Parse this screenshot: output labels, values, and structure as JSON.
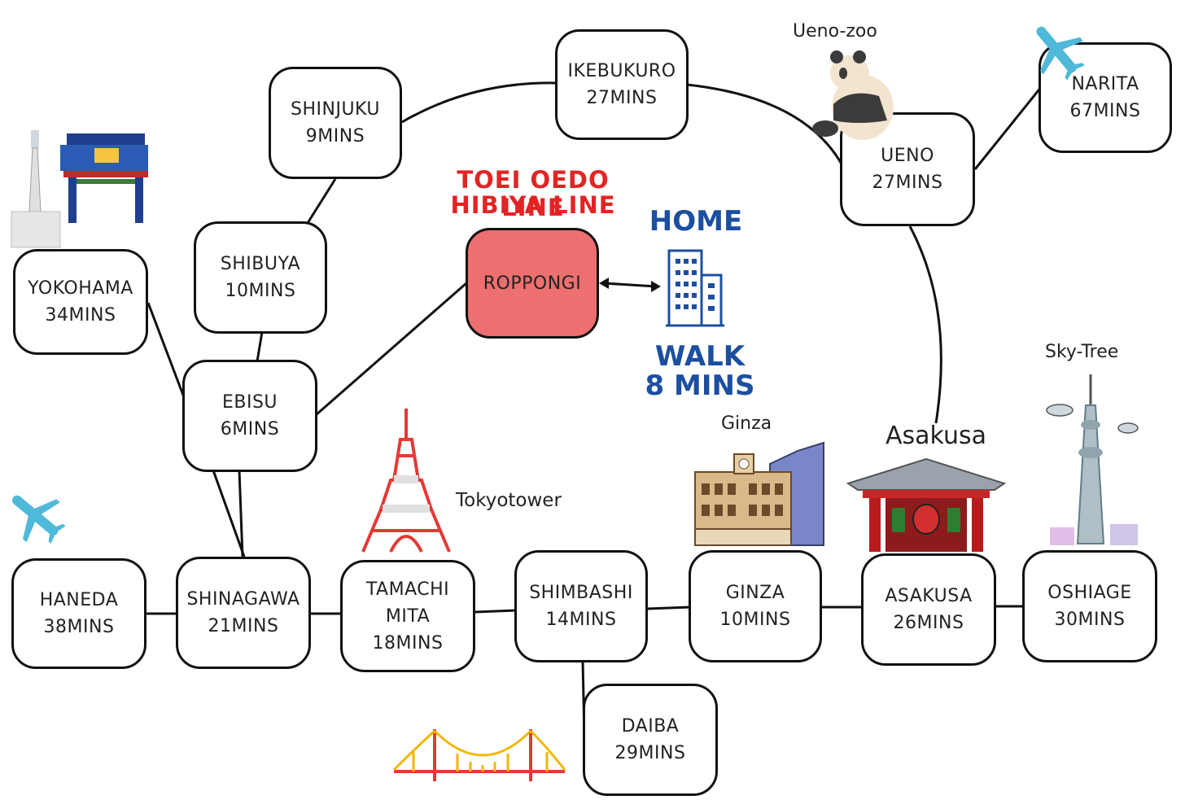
{
  "lines": {
    "primary": "TOEI OEDO LINE",
    "secondary": "HIBIYA LINE"
  },
  "home": {
    "label": "HOME",
    "walk": "WALK",
    "walk_time": "8 MINS"
  },
  "center_station": {
    "name": "ROPPONGI"
  },
  "stations": {
    "ikebukuro": {
      "name": "IKEBUKURO",
      "time": "27MINS"
    },
    "shinjuku": {
      "name": "SHINJUKU",
      "time": "9MINS"
    },
    "shibuya": {
      "name": "SHIBUYA",
      "time": "10MINS"
    },
    "ebisu": {
      "name": "EBISU",
      "time": "6MINS"
    },
    "yokohama": {
      "name": "YOKOHAMA",
      "time": "34MINS"
    },
    "ueno": {
      "name": "UENO",
      "time": "27MINS"
    },
    "narita": {
      "name": "NARITA",
      "time": "67MINS"
    },
    "haneda": {
      "name": "HANEDA",
      "time": "38MINS"
    },
    "shinagawa": {
      "name": "SHINAGAWA",
      "time": "21MINS"
    },
    "tamachi": {
      "name": "TAMACHI",
      "name2": "MITA",
      "time": "18MINS"
    },
    "shimbashi": {
      "name": "SHIMBASHI",
      "time": "14MINS"
    },
    "ginza": {
      "name": "GINZA",
      "time": "10MINS"
    },
    "asakusa": {
      "name": "ASAKUSA",
      "time": "26MINS"
    },
    "oshiage": {
      "name": "OSHIAGE",
      "time": "30MINS"
    },
    "daiba": {
      "name": "DAIBA",
      "time": "29MINS"
    }
  },
  "landmarks": {
    "ueno_zoo": "Ueno-zoo",
    "sky_tree": "Sky-Tree",
    "asakusa": "Asakusa",
    "ginza": "Ginza",
    "tokyo_tower": "Tokyotower"
  },
  "colors": {
    "home_station": "#ee6f6f",
    "line_title": "#e22424",
    "home_text": "#1c4fa0",
    "airplane": "#4fb9d9",
    "tower": "#e53935",
    "bridge": "#e53935"
  }
}
